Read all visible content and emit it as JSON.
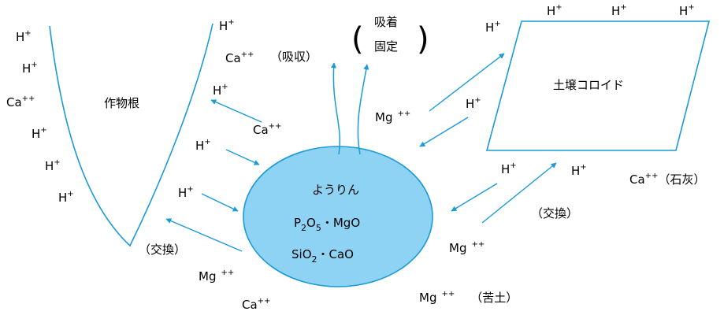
{
  "colors": {
    "line": "#1a9bd7",
    "ball_fill": "#8fd3f4",
    "text": "#231815"
  },
  "root_label": "作物根",
  "colloid_label": "土壌コロイド",
  "ball": {
    "line1": "ようりん",
    "p": "P",
    "p_sub": "2",
    "o": "O",
    "o_sub": "5",
    "mg": "・MgO",
    "si": "SiO",
    "si_sub": "2",
    "ca": "・CaO"
  },
  "absorb_label": "（吸収）",
  "fix_label_1": "吸着",
  "fix_label_2": "固定",
  "exchange_label": "（交換）",
  "lime_label": "（石灰）",
  "dolomite_label": "（苦土）",
  "ions": {
    "h": "H",
    "h_sup": "+",
    "ca": "Ca",
    "ca_sup": "++",
    "mg": "Mg",
    "mg_sup": "++"
  }
}
